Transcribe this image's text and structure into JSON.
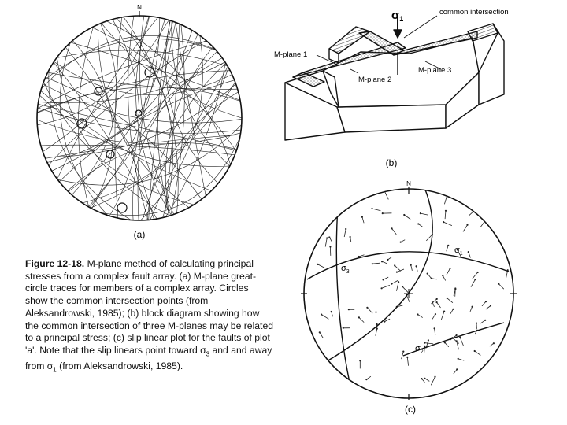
{
  "figure_a": {
    "north": "N",
    "label": "(a)"
  },
  "figure_b": {
    "sigma1": "σ",
    "sigma1_sub": "1",
    "common_intersection": "common intersection",
    "mplane1": "M-plane 1",
    "mplane2": "M-plane 2",
    "mplane3": "M-plane 3",
    "label": "(b)"
  },
  "figure_c": {
    "north": "N",
    "sigma1": "σ",
    "sigma1_sub": "1",
    "sigma2": "σ",
    "sigma2_sub": "2",
    "sigma3": "σ",
    "sigma3_sub": "3",
    "label": "(c)"
  },
  "caption": {
    "figure_number": "Figure 12-18.",
    "text_1": "M-plane method of calculating principal stresses from a complex fault array. (a) M-plane great-circle traces for members of a complex array.  Circles show the common intersection points (from Aleksandrowski, 1985);  (b) block diagram showing how the common intersection of three M-planes may be related to a principal stress;  (c) slip linear plot for the faults of plot 'a'.  Note that the slip linears point toward ",
    "sym_sigma3": "σ",
    "sym_sigma3_sub": "3",
    "text_2": " and and away from ",
    "sym_sigma1": "σ",
    "sym_sigma1_sub": "1",
    "text_3": " (from Aleksandrowski, 1985)."
  }
}
